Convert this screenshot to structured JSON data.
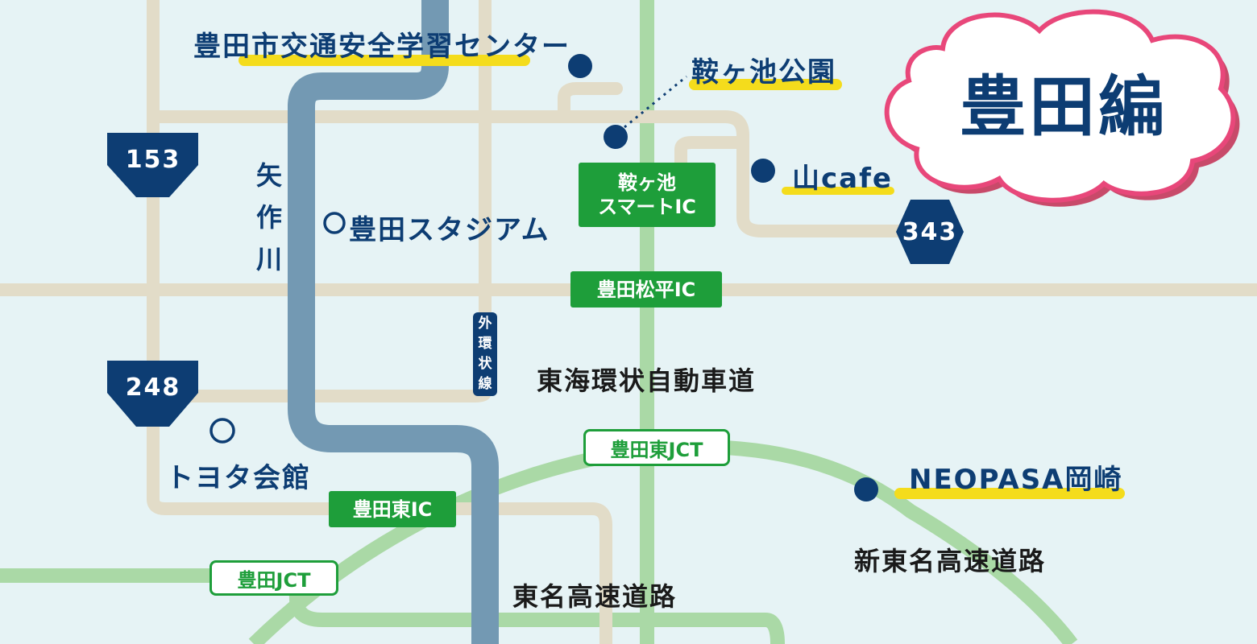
{
  "title": "豊田編",
  "spots": {
    "traffic_center": "豊田市交通安全学習センター",
    "kuragaike_park": "鞍ヶ池公園",
    "yamacafe": "山cafe",
    "stadium": "豊田スタジアム",
    "toyota_kaikan": "トヨタ会館",
    "neopasa": "NEOPASA岡崎"
  },
  "interchanges": {
    "kuragaike_smart_ic": "鞍ヶ池\nスマートIC",
    "toyota_matsudaira_ic": "豊田松平IC",
    "toyota_higashi_ic": "豊田東IC",
    "toyota_higashi_jct": "豊田東JCT",
    "toyota_jct": "豊田JCT"
  },
  "roads": {
    "tokai_kanjo": "東海環状自動車道",
    "shin_tomei": "新東名高速道路",
    "tomei": "東名高速道路",
    "outer_ring": "外環状線",
    "yahagi_river": "矢作川"
  },
  "routes": {
    "r153": "153",
    "r248": "248",
    "r343": "343"
  },
  "colors": {
    "background": "#e6f3f5",
    "river": "#7399b3",
    "local_road": "#e2dcc8",
    "expressway": "#aad9a6",
    "ic_green": "#1e9e3a",
    "navy": "#0d3d73",
    "highlight": "#f4dc1c",
    "cloud_outline": "#e8477a"
  }
}
